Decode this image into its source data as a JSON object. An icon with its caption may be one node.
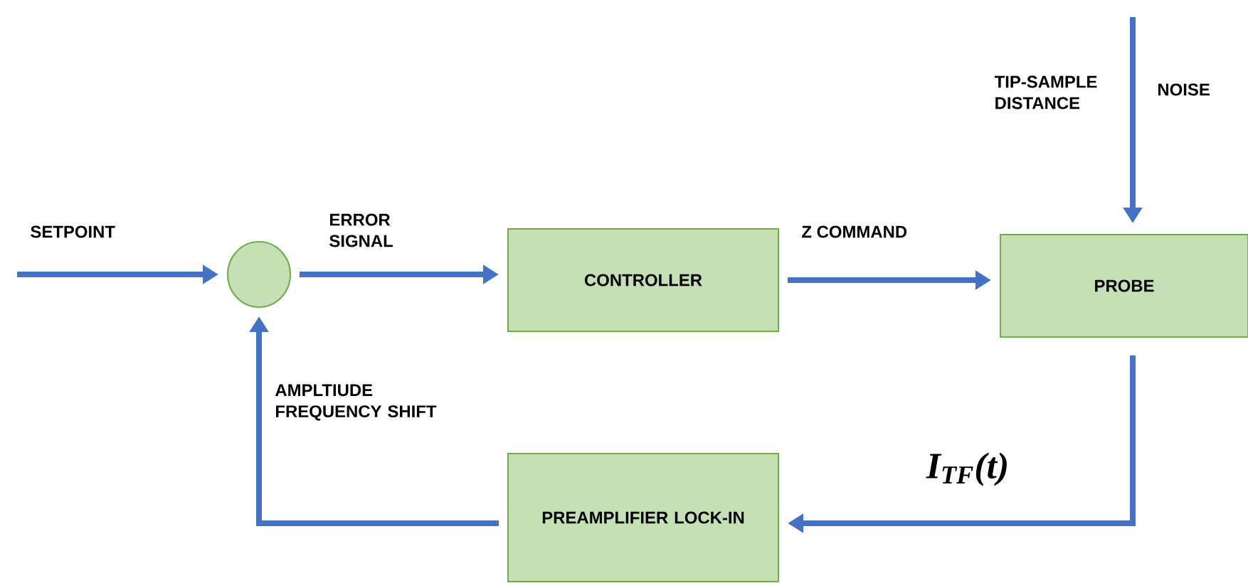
{
  "diagram": {
    "nodes": [
      {
        "text": [],
        "shape": "circle"
      },
      {
        "text": [
          "CONTROLLER"
        ]
      },
      {
        "text": [
          "PROBE"
        ]
      },
      {
        "text": [
          "PREAMPLIFIER LOCK-IN"
        ]
      }
    ],
    "edges": [
      {
        "from": null,
        "to": 0,
        "arrow": "to",
        "label": "SETPOINT"
      },
      {
        "from": 0,
        "to": 1,
        "arrow": "to",
        "label": "ERROR SIGNAL"
      },
      {
        "from": 1,
        "to": 2,
        "arrow": "to",
        "label": "Z COMMAND"
      },
      {
        "from": null,
        "to": 2,
        "arrow": "to",
        "label": "TIP-SAMPLE DISTANCE"
      },
      {
        "from": 2,
        "to": 3,
        "arrow": "to",
        "label": "I$_{TF}$(t)"
      },
      {
        "from": 3,
        "to": 0,
        "arrow": "to",
        "label": "AMPLTIUDE FREQUENCY SHIFT"
      }
    ],
    "labels": [
      "NOISE"
    ]
  }
}
